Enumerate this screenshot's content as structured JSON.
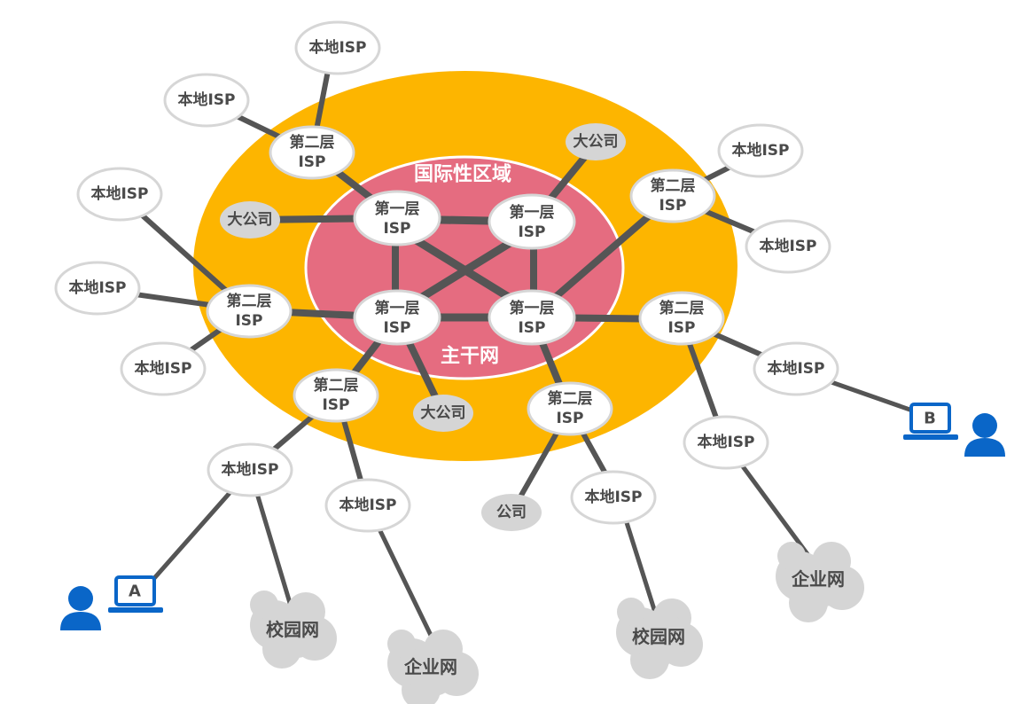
{
  "colors": {
    "outer_ring": "#FDB500",
    "inner_region": "#E56C80",
    "link": "#555555",
    "node_fill": "#ffffff",
    "node_stroke": "#d6d6d6",
    "company_fill": "#d5d5d5",
    "cloud_fill": "#d5d5d5",
    "user_blue": "#0a66c8"
  },
  "regions": {
    "international": "国际性区域",
    "backbone": "主干网"
  },
  "tier1": [
    {
      "line1": "第一层",
      "line2": "ISP"
    },
    {
      "line1": "第一层",
      "line2": "ISP"
    },
    {
      "line1": "第一层",
      "line2": "ISP"
    },
    {
      "line1": "第一层",
      "line2": "ISP"
    }
  ],
  "tier2": [
    {
      "line1": "第二层",
      "line2": "ISP"
    },
    {
      "line1": "第二层",
      "line2": "ISP"
    },
    {
      "line1": "第二层",
      "line2": "ISP"
    },
    {
      "line1": "第二层",
      "line2": "ISP"
    },
    {
      "line1": "第二层",
      "line2": "ISP"
    },
    {
      "line1": "第二层",
      "line2": "ISP"
    }
  ],
  "local_isp": [
    "本地ISP",
    "本地ISP",
    "本地ISP",
    "本地ISP",
    "本地ISP",
    "本地ISP",
    "本地ISP",
    "本地ISP",
    "本地ISP",
    "本地ISP",
    "本地ISP",
    "本地ISP"
  ],
  "companies": [
    "大公司",
    "大公司",
    "大公司",
    "公司"
  ],
  "clouds": [
    "校园网",
    "企业网",
    "校园网",
    "企业网"
  ],
  "hosts": {
    "a": "A",
    "b": "B"
  }
}
